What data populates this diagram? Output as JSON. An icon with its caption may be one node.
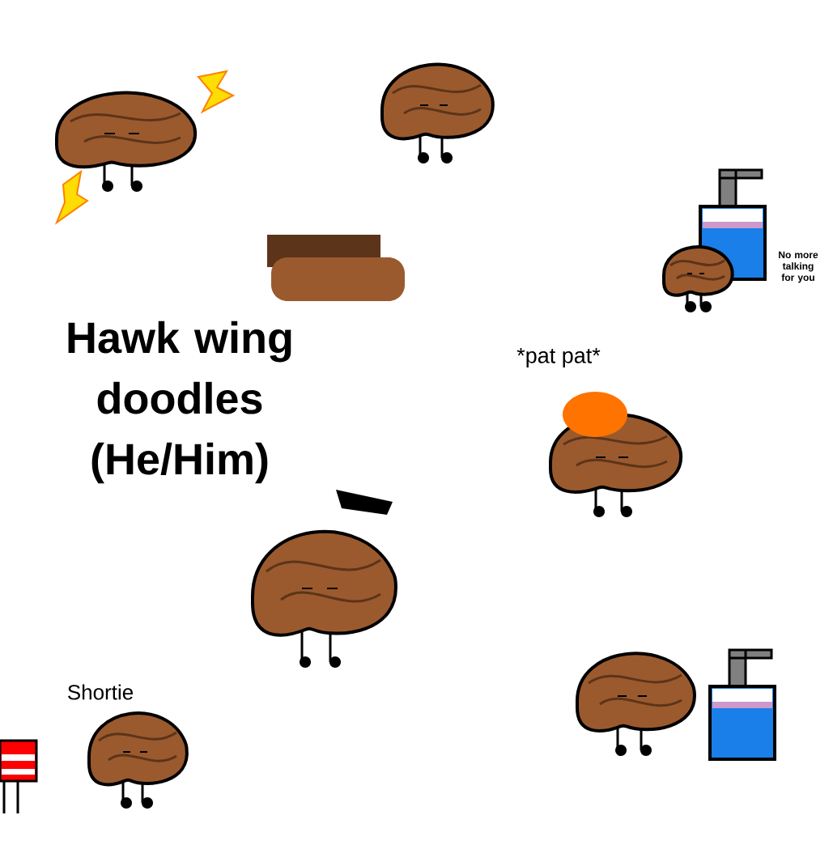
{
  "diagram": {
    "title": "Hawk wing doodles (He/Him)",
    "labels": [
      "*pat pat*",
      "No more talking for you",
      "Shortie"
    ]
  }
}
